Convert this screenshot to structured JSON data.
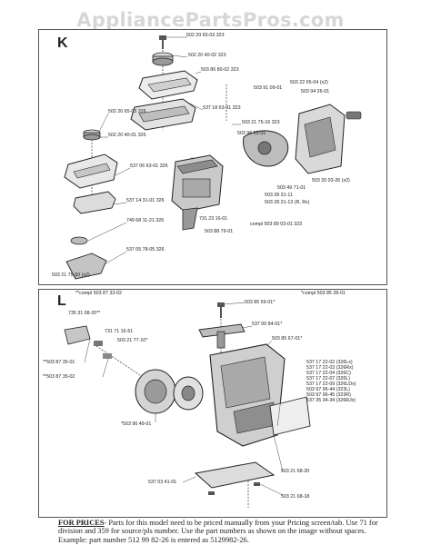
{
  "watermark": "AppliancePartsPros.com",
  "panel_k": {
    "label": "K",
    "parts": [
      "502 20 65-03 323",
      "502 20 40-02 323",
      "503 86 80-02 323",
      "537 18 63-01 323",
      "503 21 75-16 323",
      "502 20 65-03 326",
      "502 20 40-01 326",
      "537 06 63-01 326",
      "537 14 31-01 326",
      "749 68 11-21 326",
      "537 05 78-05 326",
      "503 21 75-50 (x2)",
      "503 91 09-01",
      "503 22 65-04 (x2)",
      "503 94 26-01",
      "503 96 25-01",
      "503 20 03-26 (x2)",
      "503 49 71-01",
      "503 28 31-11",
      "503 28 31-13 (R, Rx)",
      "731 23 16-01",
      "compl 503 89 03-01 323",
      "503 88 79-01"
    ]
  },
  "panel_l": {
    "label": "L",
    "header_left": "**compl 503 87 33-02",
    "header_right": "*compl 503 85 28-01",
    "parts": [
      "735 31 08-20**",
      "731 71 16-51",
      "503 21 77-10*",
      "**503 87 35-01",
      "**503 87 35-02",
      "*503 96 49-01",
      "503 85 59-01*",
      "537 00 84-01*",
      "503 85 67-01*",
      "537 17 22-02 (326Lx)",
      "537 17 22-03 (326Rx)",
      "537 17 22-04 (326C)",
      "537 17 22-07 (326L)",
      "537 17 22-09 (326LDx)",
      "503 97 96-44 (323L)",
      "503 97 96-45 (323R)",
      "537 35 34-34 (326RJx)",
      "503 21 68-20",
      "537 03 41-01",
      "503 21 68-18"
    ]
  },
  "footer": {
    "label": "FOR PRICES",
    "text": "- Parts for this model need to be priced manually from your Pricing screen/tab. Use 71 for division and 359 for source/pls number.  Use the part numbers as shown on the image without spaces.  Example: part number 512 99 82-26 is entered as 5129982-26."
  }
}
